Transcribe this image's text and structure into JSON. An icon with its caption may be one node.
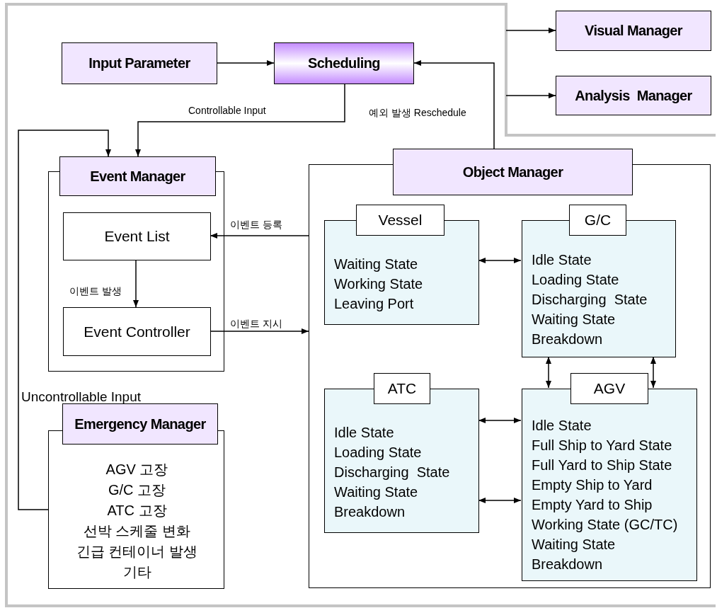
{
  "diagram": {
    "nodes": [
      {
        "text": [
          "Input Parameter"
        ]
      },
      {
        "text": [
          "Scheduling"
        ]
      },
      {
        "text": [
          "Visual Manager"
        ]
      },
      {
        "text": [
          "Analysis  Manager"
        ]
      },
      {
        "text": [
          "Event Manager"
        ]
      },
      {
        "text": [],
        "shape": "box"
      },
      {
        "text": [
          "Event List"
        ],
        "in": 5
      },
      {
        "text": [
          "Event Controller"
        ],
        "in": 5
      },
      {
        "text": [
          "Emergency Manager"
        ]
      },
      {
        "text": [
          "AGV 고장",
          "G/C 고장",
          "ATC 고장",
          "선박 스케줄 변화",
          "긴급 컨테이너 발생",
          "기타"
        ]
      },
      {
        "text": [
          "Object Manager"
        ]
      },
      {
        "text": [],
        "shape": "box"
      },
      {
        "text": [
          "Vessel",
          "Waiting State",
          "Working State",
          "Leaving Port"
        ],
        "in": 11
      },
      {
        "text": [
          "G/C",
          "Idle State",
          "Loading State",
          "Discharging  State",
          "Waiting State",
          "Breakdown"
        ],
        "in": 11
      },
      {
        "text": [
          "ATC",
          "Idle State",
          "Loading State",
          "Discharging  State",
          "Waiting State",
          "Breakdown"
        ],
        "in": 11
      },
      {
        "text": [
          "AGV",
          "Idle State",
          "Full Ship to Yard State",
          "Full Yard to Ship State",
          "Empty Ship to Yard",
          "Empty Yard to Ship",
          "Working State (GC/TC)",
          "Waiting State",
          "Breakdown"
        ],
        "in": 11
      }
    ],
    "edges": [
      {
        "from": 0,
        "to": 1,
        "arrow": "to"
      },
      {
        "from": 10,
        "to": 1,
        "arrow": "to",
        "label": "예외 발생 Reschedule"
      },
      {
        "from": 1,
        "to": 4,
        "arrow": "to",
        "label": "Controllable Input"
      },
      {
        "from": 9,
        "to": 4,
        "arrow": "to",
        "label": "Uncontrollable Input"
      },
      {
        "from": 6,
        "to": 7,
        "arrow": "to",
        "label": "이벤트 발생"
      },
      {
        "from": 11,
        "to": 6,
        "arrow": "to",
        "label": "이벤트 등록"
      },
      {
        "from": 7,
        "to": 11,
        "arrow": "to",
        "label": "이벤트 지시"
      },
      {
        "from": 12,
        "to": 13,
        "arrow": "both"
      },
      {
        "from": 13,
        "to": 15,
        "arrow": "both"
      },
      {
        "from": 13,
        "to": 15,
        "arrow": "both"
      },
      {
        "from": 14,
        "to": 15,
        "arrow": "both"
      },
      {
        "from": 14,
        "to": 15,
        "arrow": "both"
      },
      {
        "from": null,
        "to": 2,
        "arrow": "to"
      },
      {
        "from": null,
        "to": 3,
        "arrow": "to"
      }
    ]
  }
}
